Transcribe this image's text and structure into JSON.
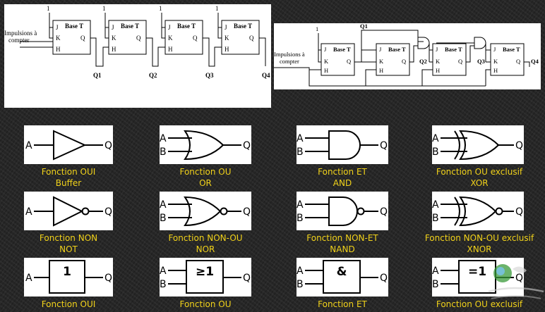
{
  "counters": {
    "async": {
      "input_label_line1": "Impulsions à",
      "input_label_line2": "compter",
      "high_level": "1",
      "block_title": "Base T",
      "pin_j": "J",
      "pin_k": "K",
      "pin_h": "H",
      "pin_q": "Q",
      "outputs": [
        "Q1",
        "Q2",
        "Q3",
        "Q4"
      ]
    },
    "sync": {
      "input_label_line1": "Impulsions à",
      "input_label_line2": "compter",
      "high_level": "1",
      "block_title": "Base T",
      "pin_j": "J",
      "pin_k": "K",
      "pin_h": "H",
      "pin_q": "Q",
      "outputs": [
        "Q1",
        "Q2",
        "Q3",
        "Q4"
      ]
    }
  },
  "gates": {
    "in_a": "A",
    "in_b": "B",
    "out_q": "Q",
    "row1": [
      {
        "line1": "Fonction OUI",
        "line2": "Buffer"
      },
      {
        "line1": "Fonction OU",
        "line2": "OR"
      },
      {
        "line1": "Fonction ET",
        "line2": "AND"
      },
      {
        "line1": "Fonction OU exclusif",
        "line2": "XOR"
      }
    ],
    "row2": [
      {
        "line1": "Fonction NON",
        "line2": "NOT"
      },
      {
        "line1": "Fonction NON-OU",
        "line2": "NOR"
      },
      {
        "line1": "Fonction NON-ET",
        "line2": "NAND"
      },
      {
        "line1": "Fonction NON-OU exclusif",
        "line2": "XNOR"
      }
    ],
    "row3": [
      {
        "line1": "Fonction OUI",
        "symbol": "1"
      },
      {
        "line1": "Fonction OU",
        "symbol": "≥1"
      },
      {
        "line1": "Fonction ET",
        "symbol": "&"
      },
      {
        "line1": "Fonction OU exclusif",
        "symbol": "=1"
      }
    ]
  },
  "colors": {
    "background": "#262626",
    "caption": "#f1d21a",
    "line": "#000000"
  }
}
